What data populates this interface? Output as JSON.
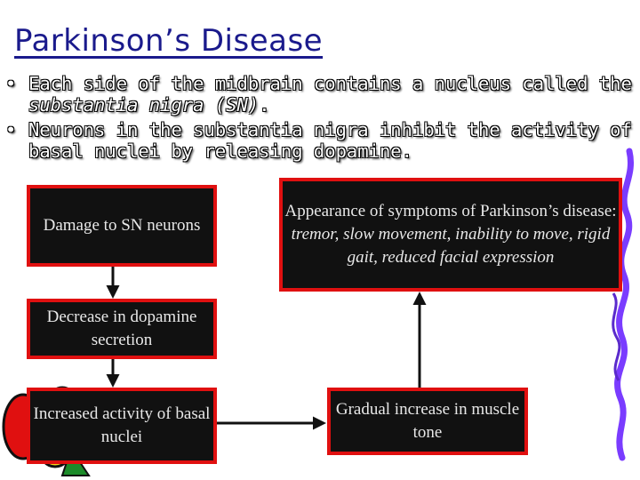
{
  "slide": {
    "title": "Parkinson’s Disease",
    "bullets": [
      {
        "pre": "Each side of the midbrain contains a nucleus called the ",
        "em": "substantia nigra (SN)",
        "post": "."
      },
      {
        "pre": "Neurons in the substantia nigra inhibit the activity of basal nuclei by releasing dopamine.",
        "em": "",
        "post": ""
      }
    ],
    "bullet_glyph": "•"
  },
  "flow": {
    "damage": "Damage to SN neurons",
    "symptoms_pre": "Appearance of symptoms of Parkinson’s disease: ",
    "symptoms_em": "tremor, slow movement, inability to move, rigid gait, reduced facial expression",
    "decrease": "Decrease in dopamine secretion",
    "increased": "Increased activity of basal nuclei",
    "gradual": "Gradual increase in muscle tone"
  },
  "colors": {
    "title": "#1a1a8c",
    "box_fill": "#111111",
    "box_border": "#e01010",
    "deco_purple": "#7a3cff"
  }
}
